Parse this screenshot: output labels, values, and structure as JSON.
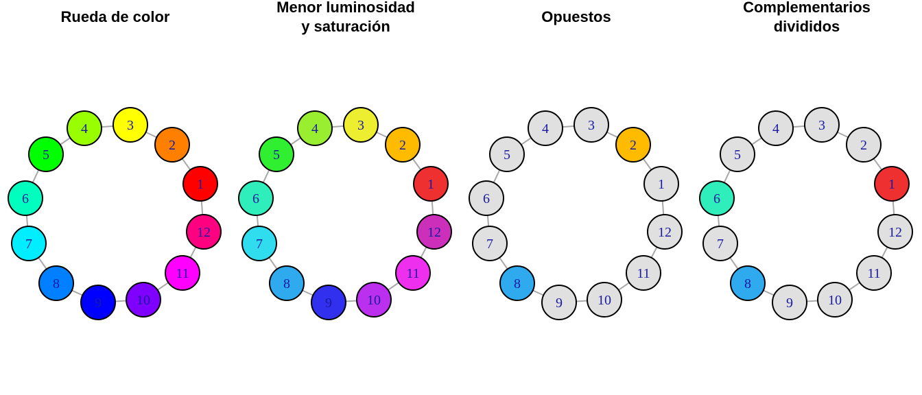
{
  "panels": [
    {
      "title_lines": [
        "Rueda de color"
      ],
      "node_colors": [
        "#FF0000",
        "#FF8000",
        "#FFFF00",
        "#99FF00",
        "#00FF00",
        "#00FFBF",
        "#00EEFF",
        "#0080FF",
        "#0000FF",
        "#8000FF",
        "#FF00FF",
        "#FF0080"
      ]
    },
    {
      "title_lines": [
        "Menor luminosidad",
        "y saturación"
      ],
      "node_colors": [
        "#EE3030",
        "#FFBB00",
        "#EEEE30",
        "#99EE30",
        "#30EE30",
        "#30EEBB",
        "#30DDEE",
        "#30AAEE",
        "#3030EE",
        "#BB30EE",
        "#EE30EE",
        "#CC30BB"
      ]
    },
    {
      "title_lines": [
        "Opuestos"
      ],
      "node_colors": [
        "#E0E0E0",
        "#FFBB00",
        "#E0E0E0",
        "#E0E0E0",
        "#E0E0E0",
        "#E0E0E0",
        "#E0E0E0",
        "#30AAEE",
        "#E0E0E0",
        "#E0E0E0",
        "#E0E0E0",
        "#E0E0E0"
      ]
    },
    {
      "title_lines": [
        "Complementarios",
        "divididos"
      ],
      "node_colors": [
        "#EE3030",
        "#E0E0E0",
        "#E0E0E0",
        "#E0E0E0",
        "#E0E0E0",
        "#30EEBB",
        "#E0E0E0",
        "#30AAEE",
        "#E0E0E0",
        "#E0E0E0",
        "#E0E0E0",
        "#E0E0E0"
      ]
    }
  ],
  "node_labels": [
    "1",
    "2",
    "3",
    "4",
    "5",
    "6",
    "7",
    "8",
    "9",
    "10",
    "11",
    "12"
  ],
  "edges": [
    [
      1,
      2
    ],
    [
      2,
      3
    ],
    [
      3,
      4
    ],
    [
      4,
      5
    ],
    [
      5,
      6
    ],
    [
      6,
      7
    ],
    [
      7,
      8
    ],
    [
      8,
      9
    ],
    [
      9,
      10
    ],
    [
      10,
      11
    ],
    [
      11,
      12
    ],
    [
      12,
      1
    ]
  ],
  "colors": {
    "edge": "#A8A8A8",
    "node_border": "#000000",
    "label": "#1A1AA0",
    "inactive_node": "#E0E0E0"
  }
}
